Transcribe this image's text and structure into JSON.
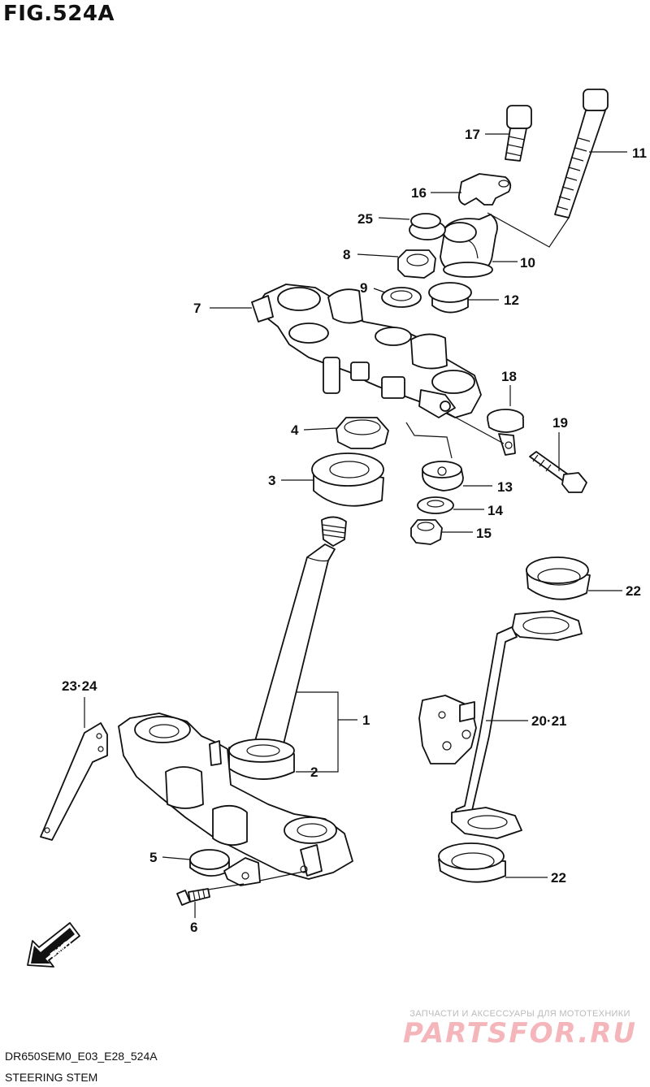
{
  "title": "FIG.524A",
  "footer": {
    "code": "DR650SEM0_E03_E28_524A",
    "name": "STEERING STEM"
  },
  "fwd_label": "FWD",
  "watermark": {
    "line1": "ЗАПЧАСТИ И АКСЕССУАРЫ ДЛЯ МОТОТЕХНИКИ",
    "brand": "PARTSFOR.RU"
  },
  "labels": {
    "p1": "1",
    "p2": "2",
    "p3": "3",
    "p4": "4",
    "p5": "5",
    "p6": "6",
    "p7": "7",
    "p8": "8",
    "p9": "9",
    "p10": "10",
    "p11": "11",
    "p12": "12",
    "p13": "13",
    "p14": "14",
    "p15": "15",
    "p16": "16",
    "p17": "17",
    "p18": "18",
    "p19": "19",
    "p20_21": "20·21",
    "p22a": "22",
    "p22b": "22",
    "p23_24": "23·24",
    "p25": "25"
  }
}
